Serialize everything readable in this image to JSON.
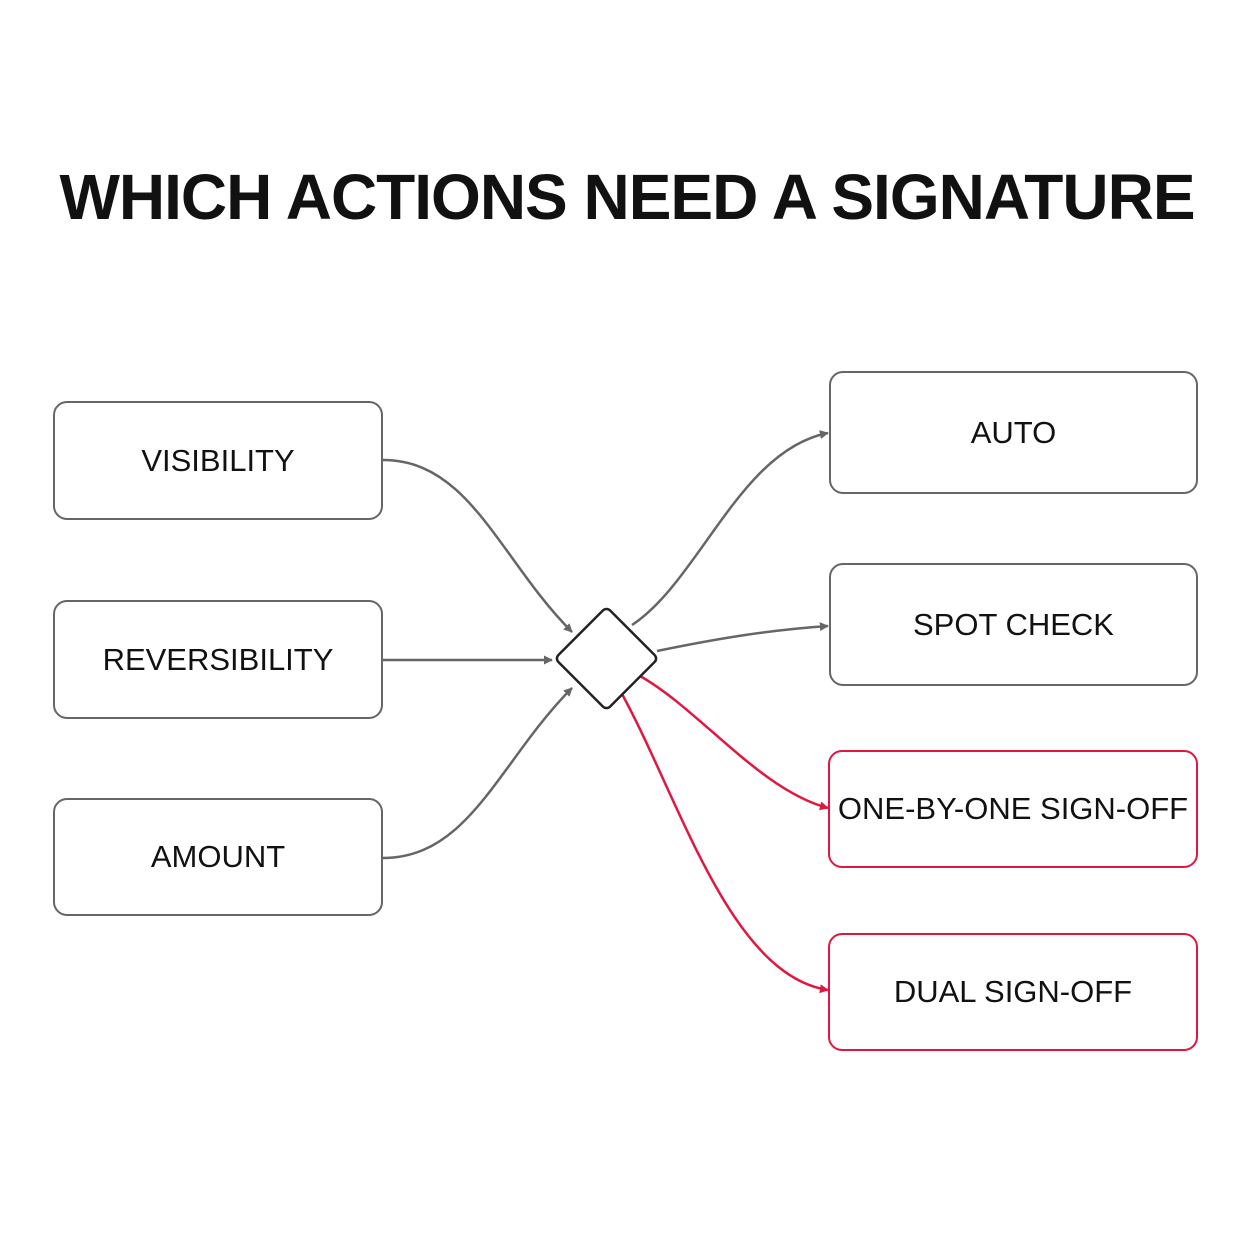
{
  "title": "WHICH ACTIONS NEED A SIGNATURE",
  "inputs": [
    {
      "id": "visibility",
      "label": "VISIBILITY"
    },
    {
      "id": "reversibility",
      "label": "REVERSIBILITY"
    },
    {
      "id": "amount",
      "label": "AMOUNT"
    }
  ],
  "outputs": [
    {
      "id": "auto",
      "label": "AUTO",
      "highlighted": false
    },
    {
      "id": "spot-check",
      "label": "SPOT CHECK",
      "highlighted": false
    },
    {
      "id": "one-by-one",
      "label": "ONE-BY-ONE SIGN-OFF",
      "highlighted": true
    },
    {
      "id": "dual",
      "label": "DUAL SIGN-OFF",
      "highlighted": true
    }
  ],
  "colors": {
    "neutral": "#666666",
    "highlight": "#e0173f",
    "text": "#111111"
  }
}
